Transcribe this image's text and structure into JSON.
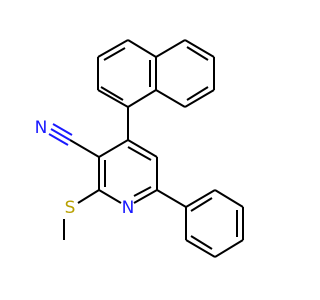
{
  "molecule": {
    "atoms": {
      "nitrile_n": {
        "symbol": "N",
        "color": "#1a1aff"
      },
      "sulfur": {
        "symbol": "S",
        "color": "#b8a000"
      },
      "ring_n": {
        "symbol": "N",
        "color": "#1a1aff"
      }
    },
    "colors": {
      "bond": "#000000",
      "nitrogen": "#1a1aff",
      "sulfur": "#b8a000",
      "background": "#ffffff"
    }
  }
}
